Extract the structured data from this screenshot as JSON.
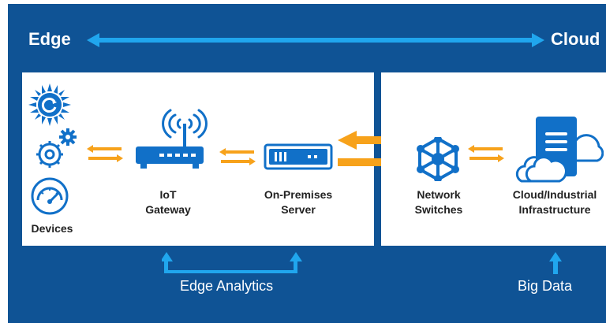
{
  "header": {
    "left_label": "Edge",
    "right_label": "Cloud"
  },
  "nodes": {
    "devices": "Devices",
    "iot_gateway": "IoT\nGateway",
    "server": "On-Premises\nServer",
    "switches": "Network\nSwitches",
    "cloud": "Cloud/Industrial\nInfrastructure"
  },
  "footer": {
    "edge_analytics": "Edge Analytics",
    "big_data": "Big Data"
  },
  "colors": {
    "background": "#0f5395",
    "icon_blue": "#1170c8",
    "accent_light_blue": "#20a6ee",
    "arrow_orange": "#f7a21b"
  }
}
